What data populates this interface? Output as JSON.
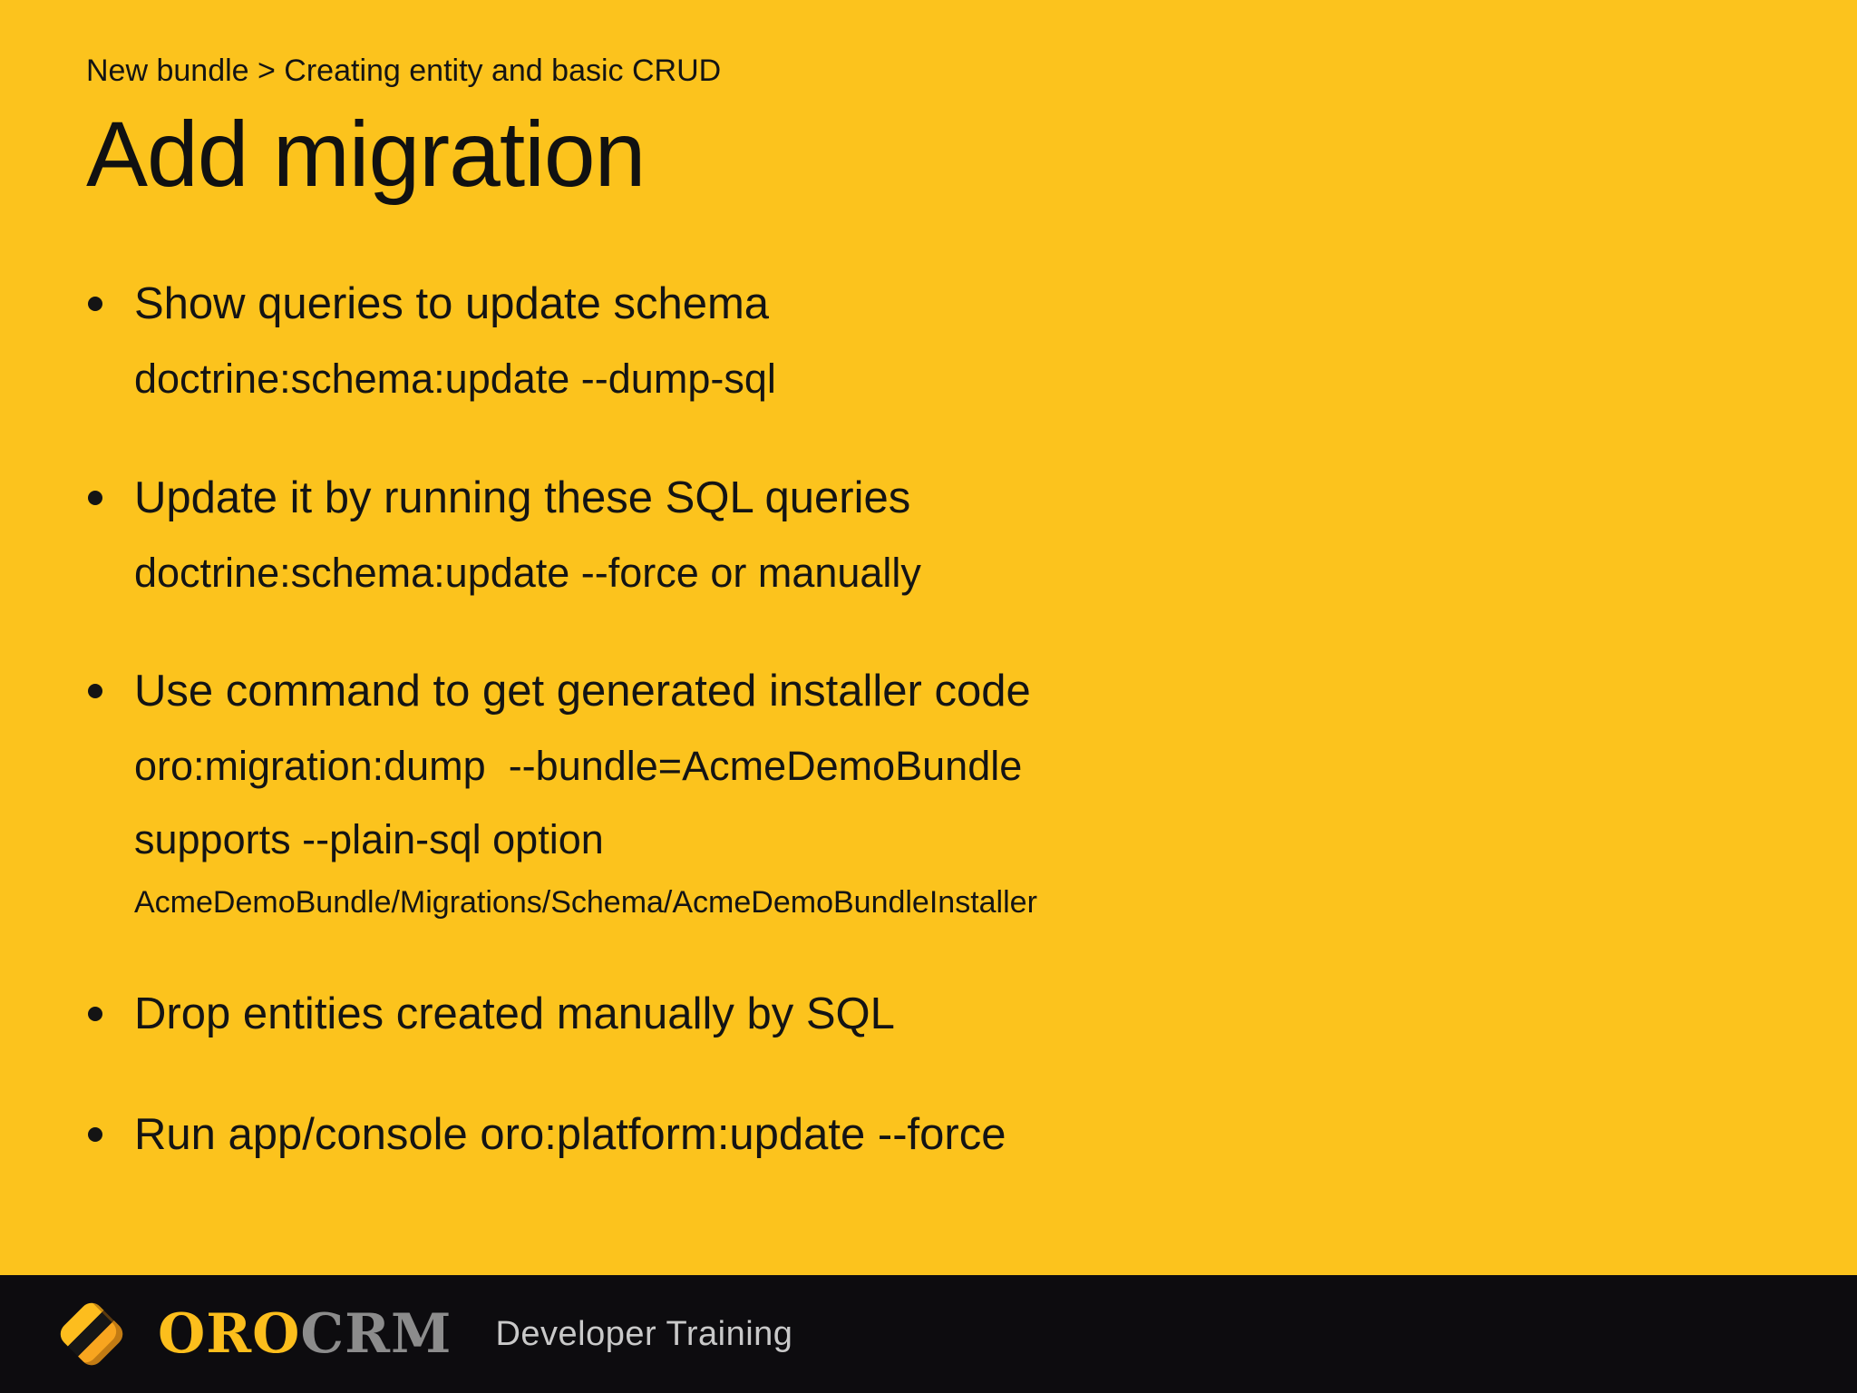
{
  "colors": {
    "background": "#FCC31D",
    "text": "#141414",
    "footer_bg": "#0D0C0F",
    "logo_oro": "#FCBE1C",
    "logo_crm": "#8C8C8C",
    "footer_subtitle": "#C9C9C9"
  },
  "breadcrumb": "New bundle > Creating entity and basic CRUD",
  "title": "Add migration",
  "bullets": [
    {
      "text": "Show queries to update schema",
      "lines": [
        {
          "text": "doctrine:schema:update --dump-sql",
          "style": "code"
        }
      ]
    },
    {
      "text": "Update it by running these SQL queries",
      "lines": [
        {
          "text": "doctrine:schema:update --force or manually",
          "style": "code"
        }
      ]
    },
    {
      "text": "Use command to get generated installer code",
      "lines": [
        {
          "text": "oro:migration:dump  --bundle=AcmeDemoBundle",
          "style": "code"
        },
        {
          "text": "supports --plain-sql option",
          "style": "code"
        },
        {
          "text": "AcmeDemoBundle/Migrations/Schema/AcmeDemoBundleInstaller",
          "style": "small"
        }
      ]
    },
    {
      "text": "Drop entities created manually by SQL",
      "lines": []
    },
    {
      "text": "Run app/console oro:platform:update --force",
      "lines": []
    }
  ],
  "footer": {
    "logo_icon": "oro-diamond-logo",
    "logo_oro": "ORO",
    "logo_crm": "CRM",
    "subtitle": "Developer Training"
  }
}
